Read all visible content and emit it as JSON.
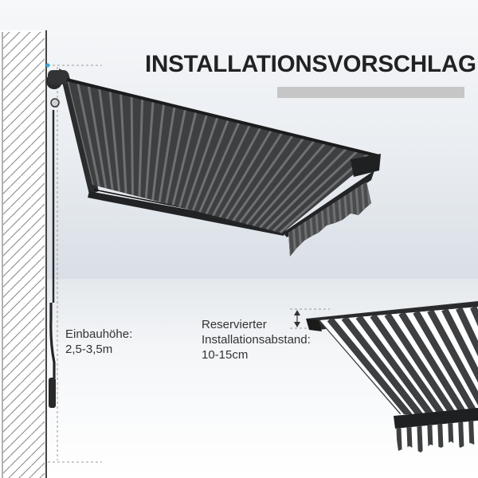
{
  "title": "INSTALLATIONSVORSCHLAG",
  "colors": {
    "title_text": "#222222",
    "title_bar": "#c6c6c6",
    "label_text": "#333333",
    "fabric_dark": "#3d3f41",
    "fabric_light": "#6e7072",
    "fabric_white": "#ffffff",
    "frame": "#1f2022",
    "wall_hatch": "#8a8a8a"
  },
  "labels": {
    "mounting_height": {
      "line1": "Einbauhöhe:",
      "line2": "2,5-3,5m"
    },
    "installation_distance": {
      "line1": "Reservierter",
      "line2": "Installationsabstand:",
      "line3": "10-15cm"
    }
  },
  "icons": {
    "wall": "hatched-wall",
    "awning": "retractable-awning",
    "crank": "hand-crank-rod",
    "dimension": "dimension-arrow-icon"
  }
}
